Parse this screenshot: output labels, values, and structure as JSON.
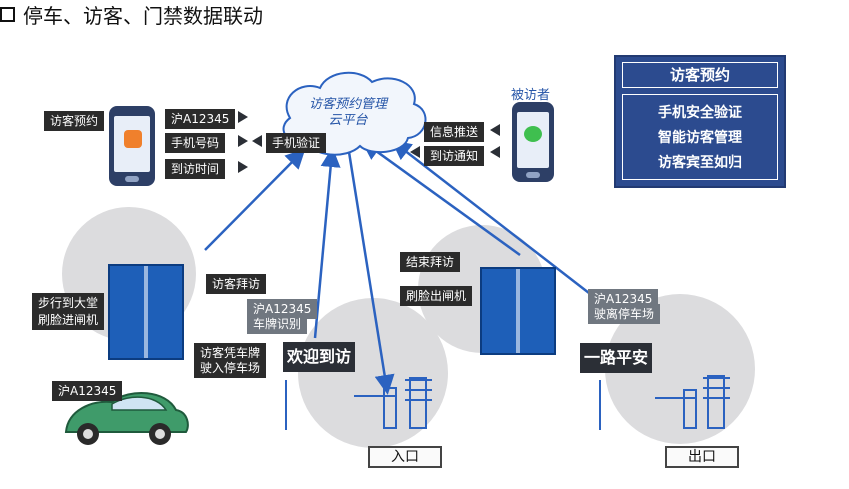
{
  "title": "停车、访客、门禁数据联动",
  "cloud": {
    "line1": "访客预约管理",
    "line2": "云平台"
  },
  "visited_label": "被访者",
  "visitor_tag": "访客预约",
  "left_fields": [
    "沪A12345",
    "手机号码",
    "到访时间"
  ],
  "phone_verify": "手机验证",
  "right_fields": [
    "信息推送",
    "到访通知"
  ],
  "panel": {
    "title": "访客预约",
    "items": [
      "手机安全验证",
      "智能访客管理",
      "访客宾至如归"
    ]
  },
  "left_gate": {
    "walk_label_1": "步行到大堂",
    "walk_label_2": "刷脸进闸机",
    "visit_label": "访客拜访"
  },
  "entrance": {
    "plate": "沪A12345",
    "plate_sub": "车牌识别",
    "drive_1": "访客凭车牌",
    "drive_2": "驶入停车场",
    "sign": "欢迎到访",
    "box": "入口"
  },
  "right_gate": {
    "end_visit": "结束拜访",
    "exit_gate": "刷脸出闸机"
  },
  "exit": {
    "plate": "沪A12345",
    "plate_sub": "驶离停车场",
    "sign": "一路平安",
    "box": "出口"
  },
  "car_plate": "沪A12345",
  "colors": {
    "navy": "#2c4b8f",
    "blue_line": "#2b62c0",
    "gate": "#1e5fb8"
  }
}
